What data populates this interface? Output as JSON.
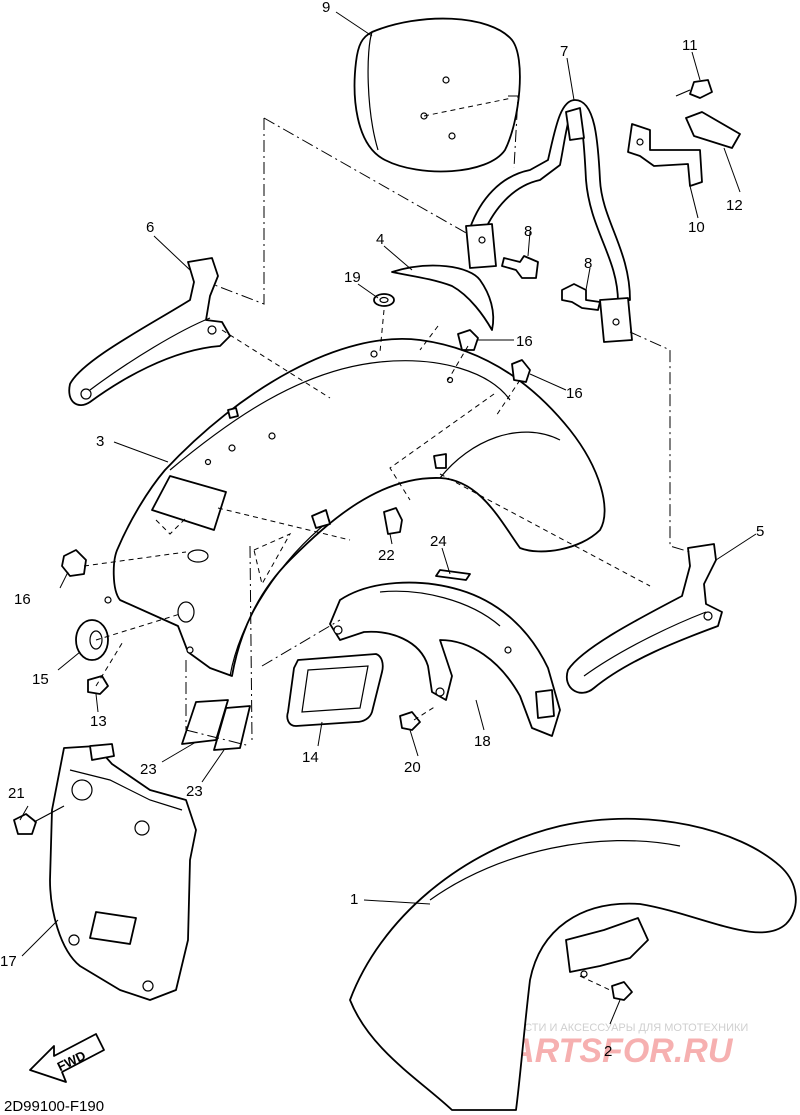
{
  "diagram": {
    "drawing_code": "2D99100-F190",
    "fwd_label": "FWD",
    "watermark_top": "ЗАПЧАСТИ И АКСЕССУАРЫ ДЛЯ МОТОТЕХНИКИ",
    "watermark_brand": "PARTSFOR.RU",
    "parts": [
      {
        "id": "1",
        "label": "1"
      },
      {
        "id": "2",
        "label": "2"
      },
      {
        "id": "3",
        "label": "3"
      },
      {
        "id": "4",
        "label": "4"
      },
      {
        "id": "5",
        "label": "5"
      },
      {
        "id": "6",
        "label": "6"
      },
      {
        "id": "7",
        "label": "7"
      },
      {
        "id": "8a",
        "label": "8"
      },
      {
        "id": "8b",
        "label": "8"
      },
      {
        "id": "9",
        "label": "9"
      },
      {
        "id": "10",
        "label": "10"
      },
      {
        "id": "11",
        "label": "11"
      },
      {
        "id": "12",
        "label": "12"
      },
      {
        "id": "13",
        "label": "13"
      },
      {
        "id": "14",
        "label": "14"
      },
      {
        "id": "15",
        "label": "15"
      },
      {
        "id": "16a",
        "label": "16"
      },
      {
        "id": "16b",
        "label": "16"
      },
      {
        "id": "16c",
        "label": "16"
      },
      {
        "id": "17",
        "label": "17"
      },
      {
        "id": "18",
        "label": "18"
      },
      {
        "id": "19",
        "label": "19"
      },
      {
        "id": "20",
        "label": "20"
      },
      {
        "id": "21",
        "label": "21"
      },
      {
        "id": "22",
        "label": "22"
      },
      {
        "id": "23a",
        "label": "23"
      },
      {
        "id": "23b",
        "label": "23"
      },
      {
        "id": "24",
        "label": "24"
      }
    ]
  }
}
